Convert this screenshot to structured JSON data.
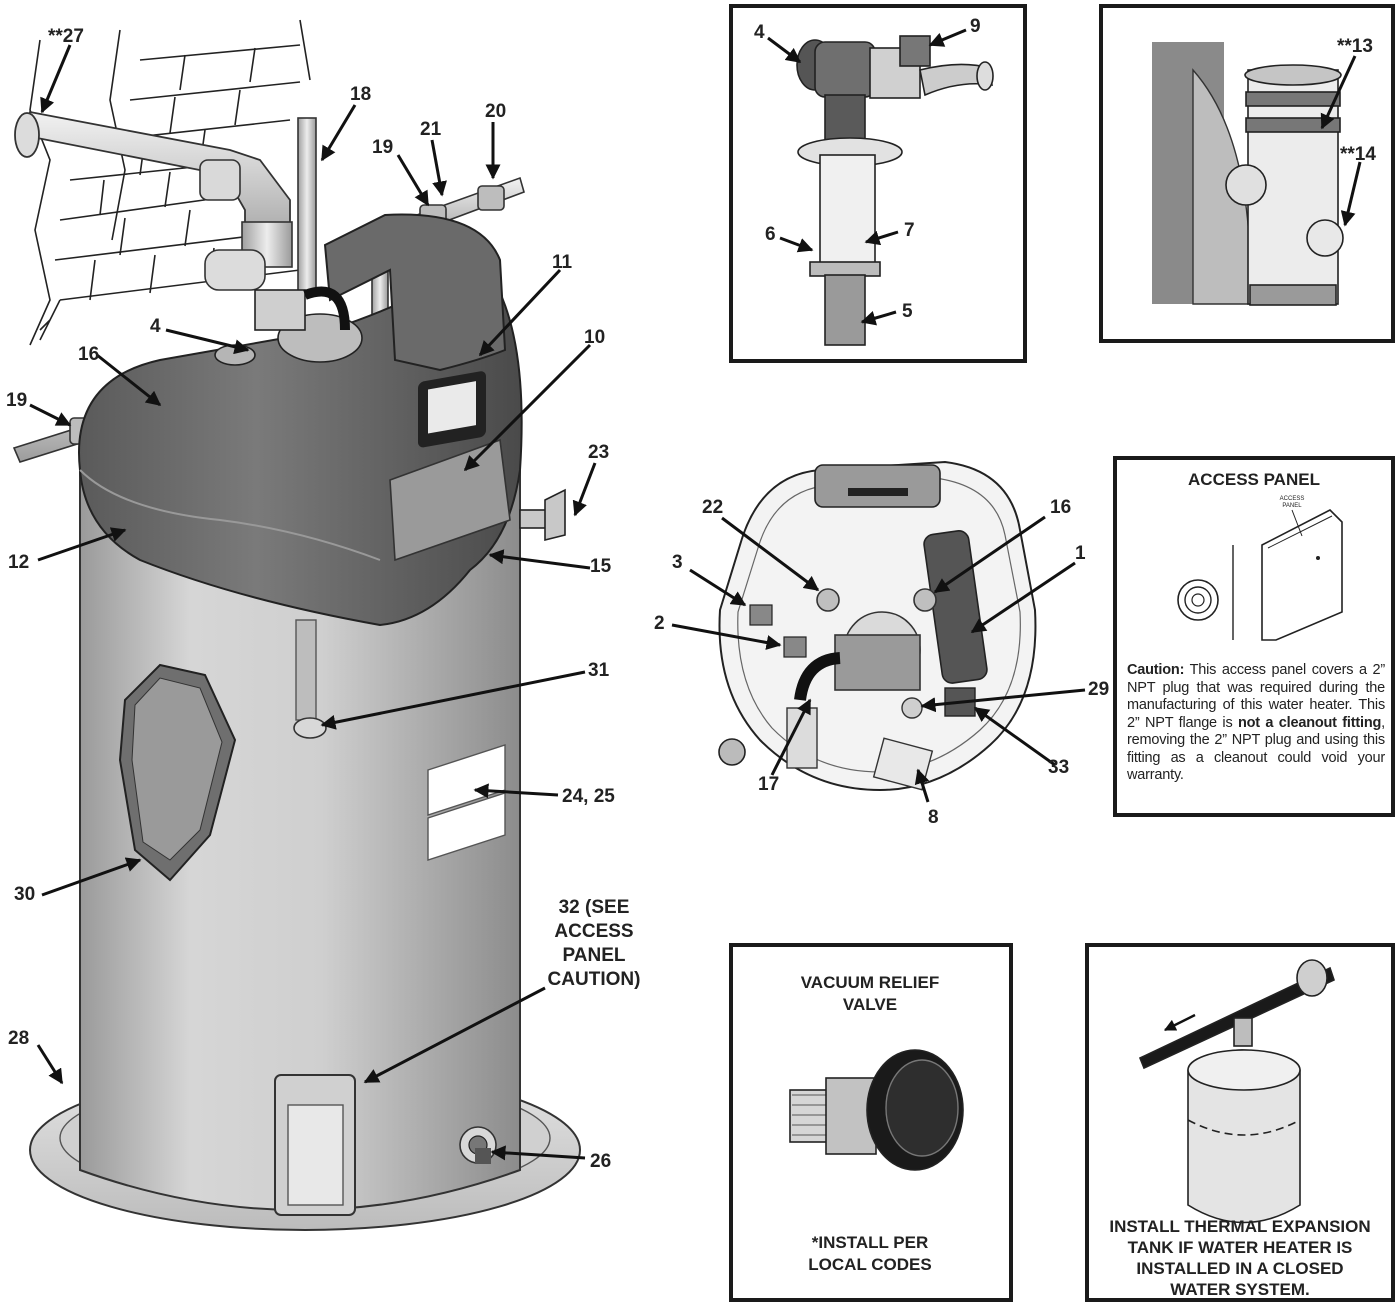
{
  "main_view": {
    "callouts": {
      "c27": "**27",
      "c18": "18",
      "c21": "21",
      "c20": "20",
      "c19a": "19",
      "c19b": "19",
      "c4": "4",
      "c16": "16",
      "c11": "11",
      "c10": "10",
      "c23": "23",
      "c12": "12",
      "c15": "15",
      "c31": "31",
      "c24_25": "24, 25",
      "c30": "30",
      "c32_l1": "32 (SEE",
      "c32_l2": "ACCESS",
      "c32_l3": "PANEL",
      "c32_l4": "CAUTION)",
      "c28": "28",
      "c26": "26"
    }
  },
  "blower_detail": {
    "callouts": {
      "c4": "4",
      "c9": "9",
      "c6": "6",
      "c7": "7",
      "c5": "5"
    }
  },
  "vent_detail": {
    "callouts": {
      "c13": "**13",
      "c14": "**14"
    }
  },
  "top_view": {
    "callouts": {
      "c22": "22",
      "c16": "16",
      "c3": "3",
      "c1": "1",
      "c2": "2",
      "c29": "29",
      "c17": "17",
      "c33": "33",
      "c8": "8"
    }
  },
  "access_panel_box": {
    "title": "ACCESS PANEL",
    "sticker_line1": "ACCESS",
    "sticker_line2": "PANEL",
    "caution_label": "Caution:",
    "caution_text_1": " This access panel covers a 2” NPT plug that was required during the manufacturing of this water heater. This 2” NPT flange is ",
    "caution_bold": "not a cleanout fitting",
    "caution_text_2": ", removing the 2” NPT plug and using this fitting as a cleanout could void your warranty."
  },
  "vacuum_box": {
    "title_line1": "VACUUM RELIEF",
    "title_line2": "VALVE",
    "note_line1": "*INSTALL PER",
    "note_line2": "LOCAL CODES"
  },
  "expansion_box": {
    "line1": "INSTALL THERMAL EXPANSION",
    "line2": "TANK IF WATER HEATER IS",
    "line3": "INSTALLED IN A CLOSED",
    "line4": "WATER SYSTEM."
  }
}
